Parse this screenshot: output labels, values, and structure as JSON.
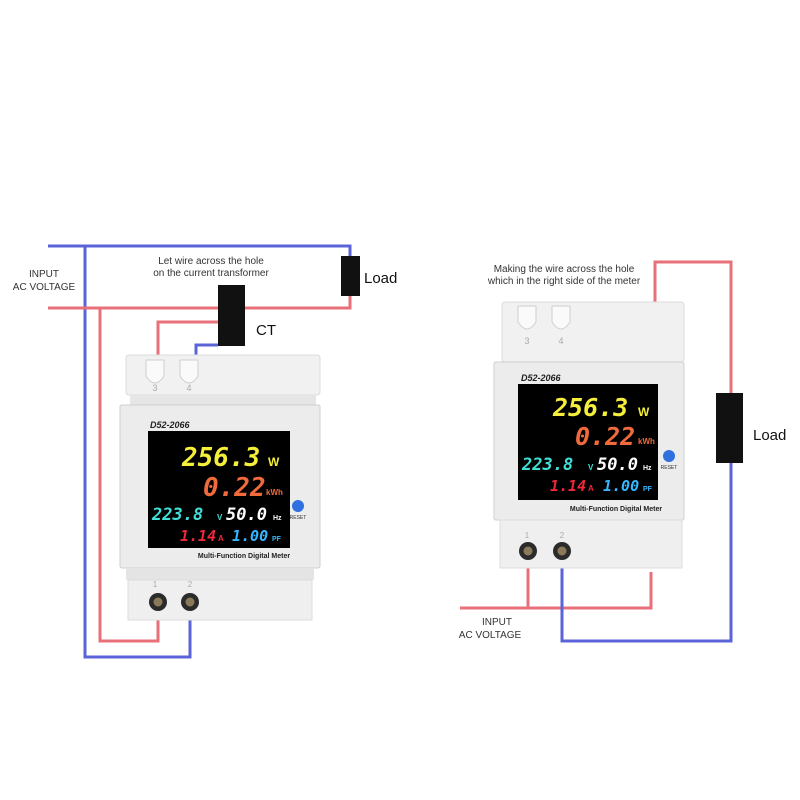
{
  "colors": {
    "live_wire": "#e8707a",
    "neutral_wire": "#5b63d8",
    "display_bg": "#000000",
    "power": "#f5ee3a",
    "energy": "#f06a3c",
    "voltage": "#3fe0d8",
    "frequency": "#ffffff",
    "current": "#f0283c",
    "power_factor": "#36b6ff",
    "reset_button": "#2f6fe0",
    "load_block": "#111111"
  },
  "left": {
    "input_label_line1": "INPUT",
    "input_label_line2": "AC VOLTAGE",
    "note_line1": "Let wire across the hole",
    "note_line2": "on the current transformer",
    "ct_label": "CT",
    "load_label": "Load",
    "meter": {
      "model": "D52-2066",
      "top_terminals": [
        "3",
        "4"
      ],
      "bottom_terminals": [
        "1",
        "2"
      ],
      "power_value": "256.3",
      "power_unit": "W",
      "energy_value": "0.22",
      "energy_unit": "kWh",
      "voltage_value": "223.8",
      "voltage_unit": "V",
      "frequency_value": "50.0",
      "frequency_unit": "Hz",
      "current_value": "1.14",
      "current_unit": "A",
      "pf_value": "1.00",
      "pf_unit": "PF",
      "reset_label": "RESET",
      "footer": "Multi-Function Digital Meter"
    }
  },
  "right": {
    "note_line1": "Making the wire across the hole",
    "note_line2": "which in the right side of the meter",
    "load_label": "Load",
    "input_label_line1": "INPUT",
    "input_label_line2": "AC VOLTAGE",
    "meter": {
      "model": "D52-2066",
      "top_terminals": [
        "3",
        "4"
      ],
      "bottom_terminals": [
        "1",
        "2"
      ],
      "power_value": "256.3",
      "power_unit": "W",
      "energy_value": "0.22",
      "energy_unit": "kWh",
      "voltage_value": "223.8",
      "voltage_unit": "V",
      "frequency_value": "50.0",
      "frequency_unit": "Hz",
      "current_value": "1.14",
      "current_unit": "A",
      "pf_value": "1.00",
      "pf_unit": "PF",
      "reset_label": "RESET",
      "footer": "Multi-Function Digital Meter"
    }
  }
}
